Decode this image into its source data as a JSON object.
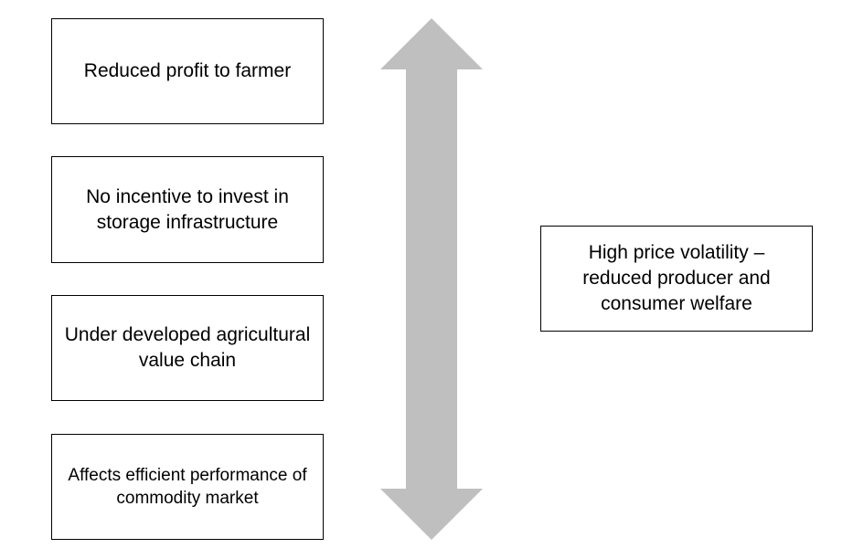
{
  "left_boxes": [
    {
      "text": "Reduced profit to farmer"
    },
    {
      "text": "No incentive to invest in storage infrastructure"
    },
    {
      "text": "Under developed agricultural value chain"
    },
    {
      "text": "Affects efficient performance of commodity market"
    }
  ],
  "right_box": {
    "text": "High price volatility – reduced producer and consumer welfare"
  },
  "colors": {
    "arrow": "#bfbfbf",
    "box_border": "#000000",
    "text": "#000000"
  }
}
